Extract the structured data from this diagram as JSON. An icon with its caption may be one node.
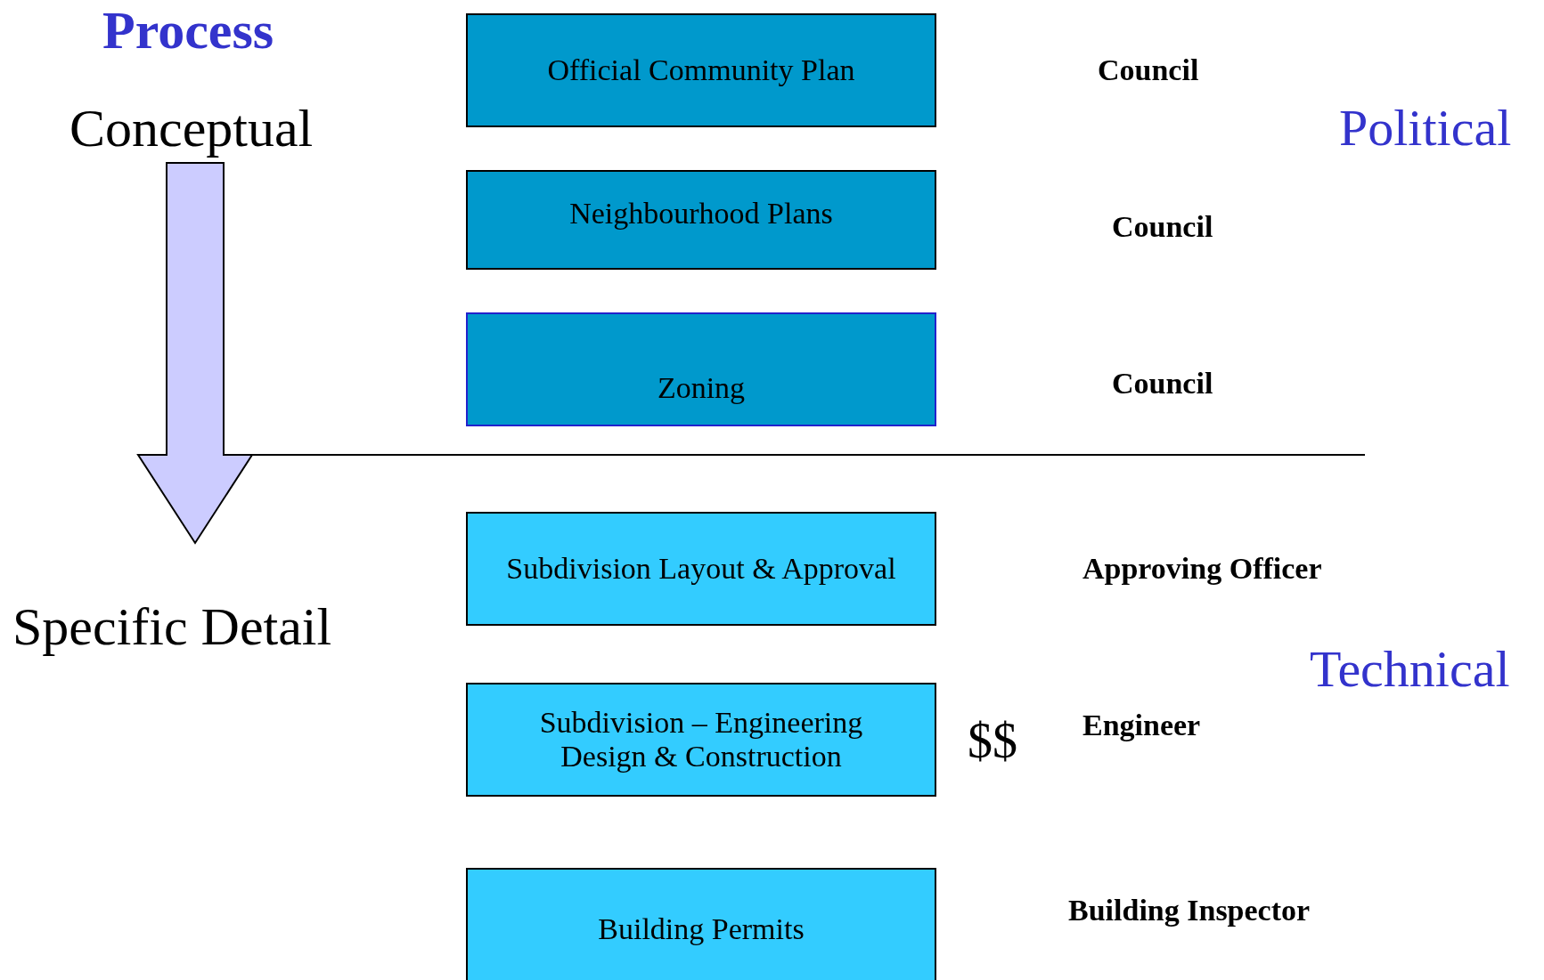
{
  "diagram": {
    "title": "Process",
    "nodes": [
      {
        "text": [
          "Conceptual"
        ]
      },
      {
        "text": [
          "Specific Detail"
        ]
      },
      {
        "text": [
          "Official Community Plan"
        ]
      },
      {
        "text": [
          "Neighbourhood Plans"
        ]
      },
      {
        "text": [
          "Zoning"
        ]
      },
      {
        "text": [
          "Subdivision Layout & Approval"
        ]
      },
      {
        "text": [
          "Subdivision – Engineering Design & Construction"
        ]
      },
      {
        "text": [
          "Building Permits"
        ]
      }
    ],
    "edges": [
      {
        "from": 0,
        "to": 1,
        "arrow": "to"
      }
    ],
    "labels": [
      "Council",
      "Political",
      "Council",
      "Council",
      "Approving Officer",
      "Technical",
      "$$",
      "Engineer",
      "Building Inspector"
    ]
  }
}
